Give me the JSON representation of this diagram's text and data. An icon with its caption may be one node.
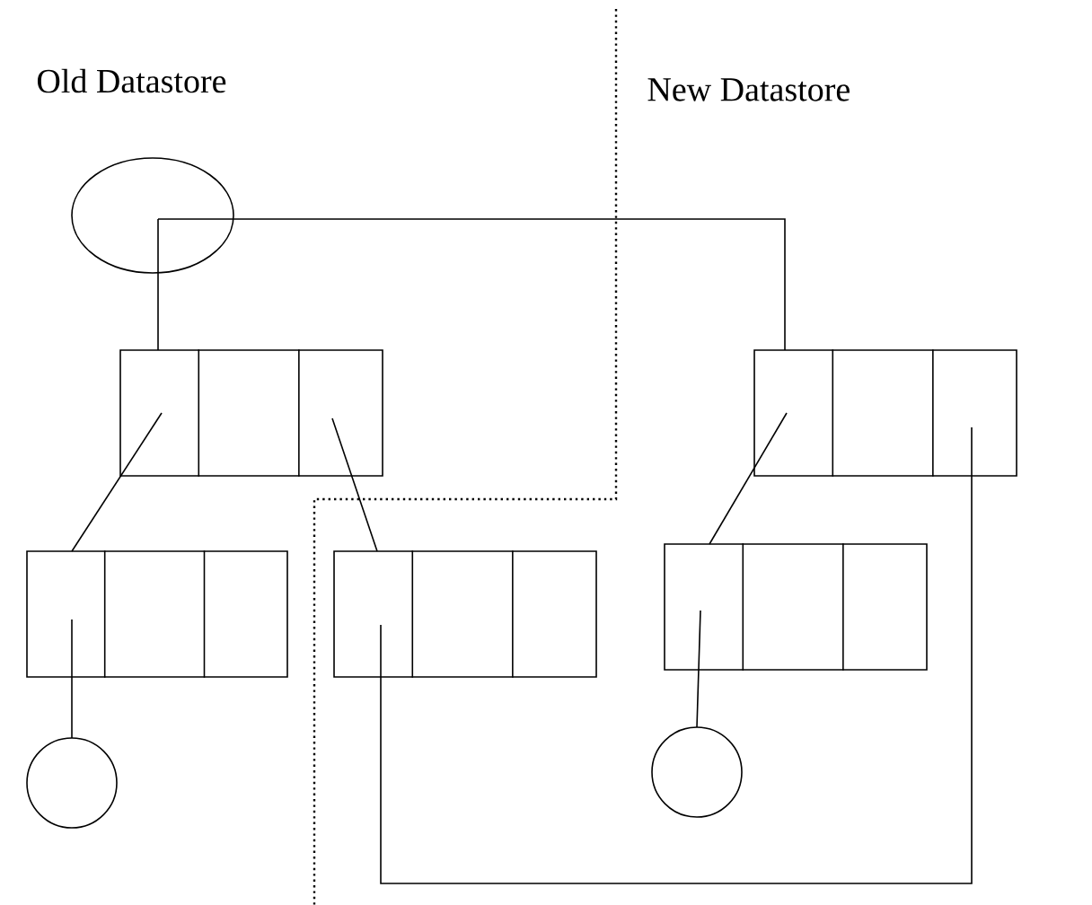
{
  "diagram": {
    "nodes": [
      {
        "text": [],
        "shape": "ellipse"
      },
      {
        "text": [],
        "shape": "box"
      },
      {
        "text": [],
        "shape": "box"
      },
      {
        "text": [],
        "shape": "box"
      },
      {
        "text": [],
        "shape": "box"
      },
      {
        "text": [],
        "shape": "box"
      },
      {
        "text": [],
        "shape": "circle"
      },
      {
        "text": [],
        "shape": "circle"
      }
    ],
    "edges": [
      {
        "from": 0,
        "to": 1,
        "arrow": "none"
      },
      {
        "from": 0,
        "to": 2,
        "arrow": "none"
      },
      {
        "from": 1,
        "to": 3,
        "arrow": "none"
      },
      {
        "from": 1,
        "to": 4,
        "arrow": "none"
      },
      {
        "from": 2,
        "to": 5,
        "arrow": "none"
      },
      {
        "from": 2,
        "to": 4,
        "arrow": "none"
      },
      {
        "from": 3,
        "to": 6,
        "arrow": "none"
      },
      {
        "from": 5,
        "to": 7,
        "arrow": "none"
      }
    ],
    "labels": [
      "Old Datastore",
      "New Datastore"
    ]
  }
}
